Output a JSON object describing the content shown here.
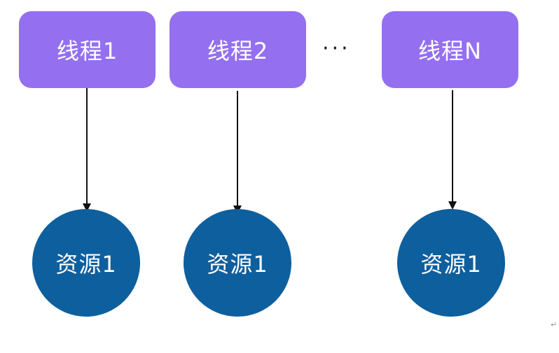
{
  "colors": {
    "thread_fill": "#9470F0",
    "resource_fill": "#0E5F9E",
    "arrow": "#111111",
    "text": "#FFFFFF"
  },
  "threads": [
    {
      "label": "线程1"
    },
    {
      "label": "线程2"
    },
    {
      "label": "线程N"
    }
  ],
  "ellipsis": "···",
  "resources": [
    {
      "label": "资源1"
    },
    {
      "label": "资源1"
    },
    {
      "label": "资源1"
    }
  ],
  "corner_mark": "↵"
}
